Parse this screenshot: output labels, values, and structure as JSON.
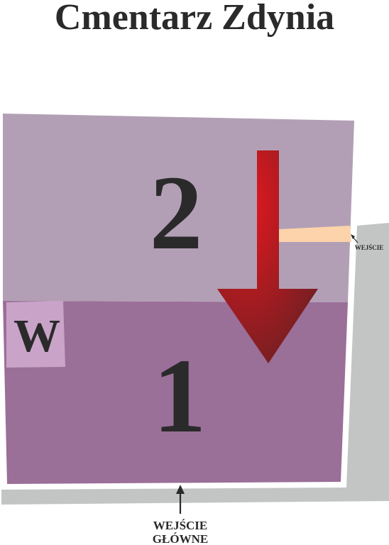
{
  "title": "Cmentarz Zdynia",
  "sections": [
    {
      "id": "2",
      "label": "2",
      "color": "#b29fb5"
    },
    {
      "id": "1",
      "label": "1",
      "color": "#9a6f98"
    }
  ],
  "w_box": {
    "label": "W",
    "color": "#c9a3c8"
  },
  "entrances": {
    "side": {
      "label": "WEJŚCIE",
      "path_color": "#fcd3aa"
    },
    "main": {
      "line1": "WEJŚCIE",
      "line2": "GŁÓWNE"
    }
  },
  "road_color": "#c3c4c4",
  "arrow_colors": {
    "start": "#e2181f",
    "end": "#6f1f22"
  }
}
